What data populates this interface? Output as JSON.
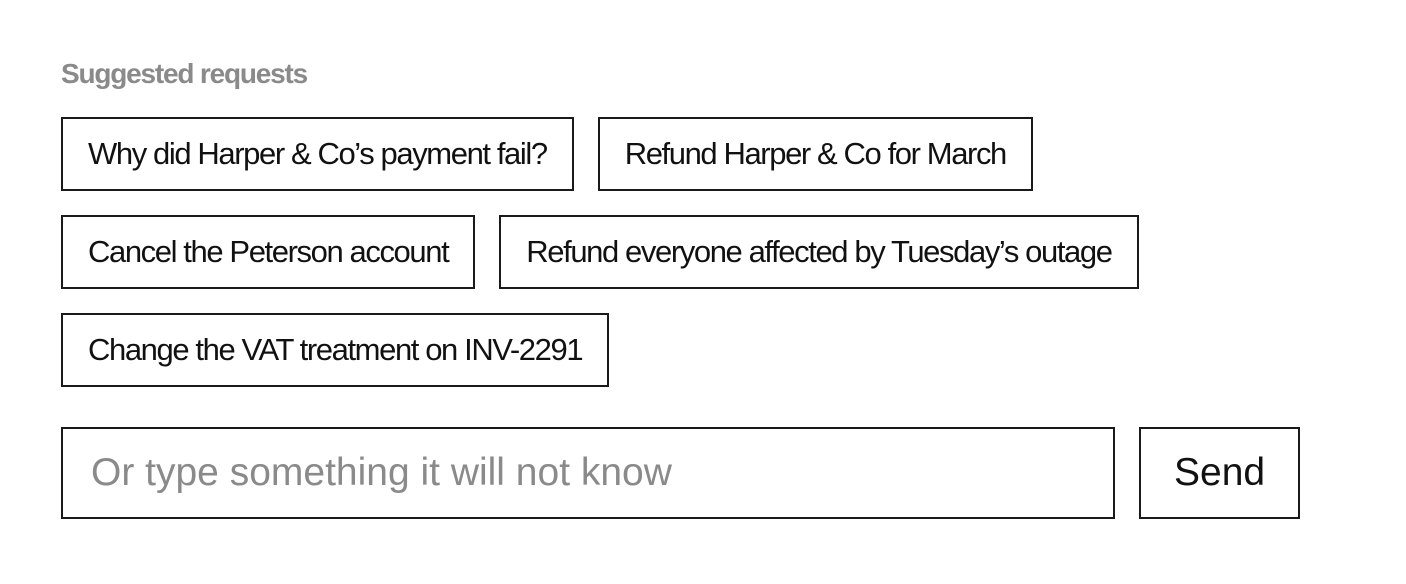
{
  "suggestions": {
    "heading": "Suggested requests",
    "rows": [
      [
        "Why did Harper & Co’s payment fail?",
        "Refund Harper & Co for March"
      ],
      [
        "Cancel the Peterson account",
        "Refund everyone affected by Tuesday’s outage"
      ],
      [
        "Change the VAT treatment on INV-2291"
      ]
    ]
  },
  "composer": {
    "input_value": "",
    "input_placeholder": "Or type something it will not know",
    "send_label": "Send"
  }
}
